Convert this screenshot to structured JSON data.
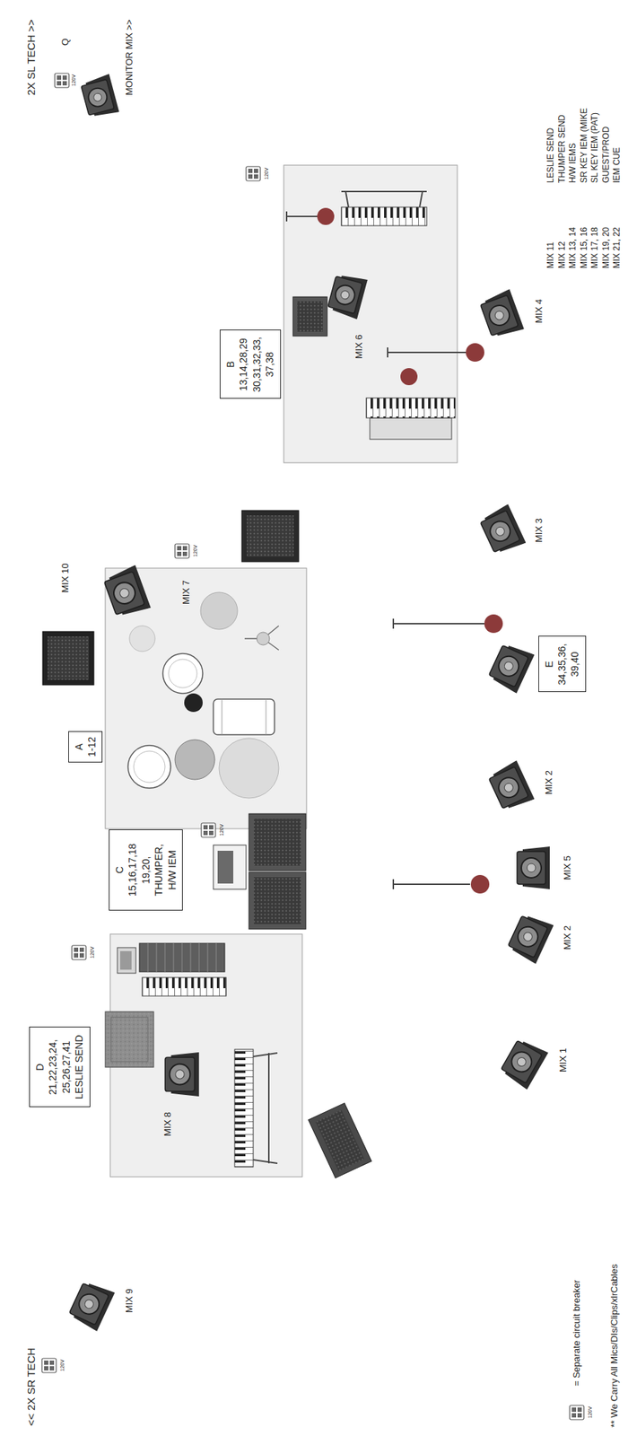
{
  "diagram": {
    "nodes": [
      {
        "text": [
          "D",
          "21,22,23,24, 25,26,27,41 LESLIE SEND"
        ]
      },
      {
        "text": [
          "MIX 8"
        ]
      },
      {
        "text": [
          "C",
          "15,16,17,18 19,20, THUMPER, H/W IEM"
        ]
      },
      {
        "text": [
          "A",
          "1-12"
        ]
      },
      {
        "text": [
          "MIX 7"
        ]
      },
      {
        "text": [
          "E",
          "34,35,36, 39,40"
        ]
      },
      {
        "text": [
          "B",
          "13,14,28,29 30,31,32,33, 37,38"
        ]
      },
      {
        "text": [
          "MIX 6"
        ]
      }
    ],
    "labels": [
      "<< 2X SR TECH",
      "120V",
      "MIX 9",
      "120V",
      "120V",
      "MIX 10",
      "120V",
      "MIX 1",
      "MIX 2",
      "MIX 5",
      "MIX 2",
      "MIX 3",
      "MIX 4",
      "120V",
      "2X SL TECH >>",
      "120V",
      "Q",
      "MONITOR MIX >>",
      "MIX 11",
      "LESLIE SEND",
      "MIX 12",
      "THUMPER SEND",
      "MIX 13, 14",
      "H/W IEMS",
      "MIX 15, 16",
      "SR KEY IEM (MIKE",
      "MIX 17, 18",
      "SL KEY IEM (PAT)",
      "MIX 19, 20",
      "GUEST/PROD",
      "MIX 21, 22",
      "IEM CUE",
      "120V",
      "** We Carry All Mics/DIs/Clips/xlrCables"
    ],
    "legend": [
      {
        "text": "= Separate circuit breaker"
      }
    ]
  }
}
